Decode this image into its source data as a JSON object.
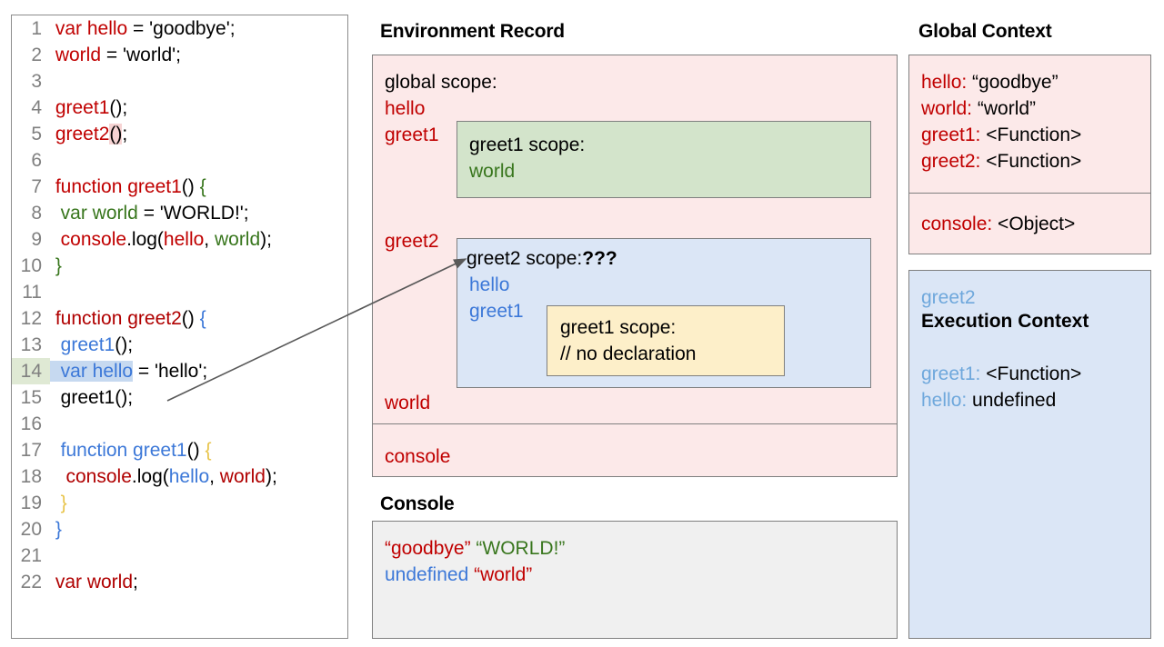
{
  "code_panel": {
    "lines": [
      {
        "n": "1",
        "num_hl": false,
        "tokens": [
          {
            "t": " var hello",
            "c": "red"
          },
          {
            "t": " = 'goodbye';",
            "c": "black"
          }
        ]
      },
      {
        "n": "2",
        "num_hl": false,
        "tokens": [
          {
            "t": " world",
            "c": "red"
          },
          {
            "t": " = 'world';",
            "c": "black"
          }
        ]
      },
      {
        "n": "3",
        "num_hl": false,
        "tokens": []
      },
      {
        "n": "4",
        "num_hl": false,
        "tokens": [
          {
            "t": " greet1",
            "c": "red"
          },
          {
            "t": "();",
            "c": "black"
          }
        ]
      },
      {
        "n": "5",
        "num_hl": false,
        "tokens": [
          {
            "t": " greet2",
            "c": "red"
          },
          {
            "t": "()",
            "c": "black",
            "hl": "pink"
          },
          {
            "t": ";",
            "c": "black"
          }
        ]
      },
      {
        "n": "6",
        "num_hl": false,
        "tokens": []
      },
      {
        "n": "7",
        "num_hl": false,
        "tokens": [
          {
            "t": " function greet1",
            "c": "red"
          },
          {
            "t": "() ",
            "c": "black"
          },
          {
            "t": "{",
            "c": "green"
          }
        ]
      },
      {
        "n": "8",
        "num_hl": false,
        "tokens": [
          {
            "t": "  var world",
            "c": "green"
          },
          {
            "t": " = 'WORLD!';",
            "c": "black"
          }
        ]
      },
      {
        "n": "9",
        "num_hl": false,
        "tokens": [
          {
            "t": "  console",
            "c": "red"
          },
          {
            "t": ".log(",
            "c": "black"
          },
          {
            "t": "hello",
            "c": "red"
          },
          {
            "t": ", ",
            "c": "black"
          },
          {
            "t": "world",
            "c": "green"
          },
          {
            "t": ");",
            "c": "black"
          }
        ]
      },
      {
        "n": "10",
        "num_hl": false,
        "tokens": [
          {
            "t": " }",
            "c": "green"
          }
        ]
      },
      {
        "n": "11",
        "num_hl": false,
        "tokens": []
      },
      {
        "n": "12",
        "num_hl": false,
        "tokens": [
          {
            "t": " function greet2",
            "c": "dred"
          },
          {
            "t": "() ",
            "c": "black"
          },
          {
            "t": "{",
            "c": "blue"
          }
        ]
      },
      {
        "n": "13",
        "num_hl": false,
        "tokens": [
          {
            "t": "  greet1",
            "c": "blue"
          },
          {
            "t": "();",
            "c": "black"
          }
        ]
      },
      {
        "n": "14",
        "num_hl": true,
        "tokens": [
          {
            "t": "  var hello",
            "c": "blue",
            "hl": "blue"
          },
          {
            "t": " = 'hello';",
            "c": "black"
          }
        ]
      },
      {
        "n": "15",
        "num_hl": false,
        "tokens": [
          {
            "t": "  greet1();",
            "c": "black"
          }
        ]
      },
      {
        "n": "16",
        "num_hl": false,
        "tokens": []
      },
      {
        "n": "17",
        "num_hl": false,
        "tokens": [
          {
            "t": "  function greet1",
            "c": "blue"
          },
          {
            "t": "() ",
            "c": "black"
          },
          {
            "t": "{",
            "c": "gold"
          }
        ]
      },
      {
        "n": "18",
        "num_hl": false,
        "tokens": [
          {
            "t": "   console",
            "c": "dred"
          },
          {
            "t": ".log(",
            "c": "black"
          },
          {
            "t": "hello",
            "c": "blue"
          },
          {
            "t": ", ",
            "c": "black"
          },
          {
            "t": "world",
            "c": "dred"
          },
          {
            "t": ");",
            "c": "black"
          }
        ]
      },
      {
        "n": "19",
        "num_hl": false,
        "tokens": [
          {
            "t": "  }",
            "c": "gold"
          }
        ]
      },
      {
        "n": "20",
        "num_hl": false,
        "tokens": [
          {
            "t": " }",
            "c": "blue"
          }
        ]
      },
      {
        "n": "21",
        "num_hl": false,
        "tokens": []
      },
      {
        "n": "22",
        "num_hl": false,
        "tokens": [
          {
            "t": " var world",
            "c": "dred"
          },
          {
            "t": ";",
            "c": "black"
          }
        ]
      }
    ]
  },
  "environment_record": {
    "title": "Environment Record",
    "global_scope_label": "global scope:",
    "bindings": {
      "hello": "hello",
      "greet1": "greet1",
      "greet2": "greet2",
      "world": "world",
      "console": "console"
    },
    "greet1_scope": {
      "title": "greet1 scope:",
      "world": "world"
    },
    "greet2_scope": {
      "title": "greet2 scope:",
      "unknown_marker": "???",
      "hello": "hello",
      "greet1": "greet1",
      "inner_greet1_scope": {
        "title": "greet1 scope:",
        "comment": "// no declaration"
      }
    }
  },
  "console": {
    "title": "Console",
    "lines": [
      [
        {
          "t": "“goodbye” ",
          "c": "#c00000"
        },
        {
          "t": "“WORLD!”",
          "c": "#38761d"
        }
      ],
      [
        {
          "t": "undefined ",
          "c": "#3c78d8"
        },
        {
          "t": "“world”",
          "c": "#c00000"
        }
      ]
    ]
  },
  "global_context": {
    "title": "Global Context",
    "vars": [
      {
        "key": "hello:",
        "value": " “goodbye”"
      },
      {
        "key": "world:",
        "value": " “world”"
      },
      {
        "key": "greet1:",
        "value": " <Function>"
      },
      {
        "key": "greet2:",
        "value": " <Function>"
      }
    ],
    "console_row": {
      "key": "console:",
      "value": " <Object>"
    }
  },
  "greet2_execution_context": {
    "name": "greet2",
    "heading": "Execution Context",
    "vars": [
      {
        "key": "greet1:",
        "value": " <Function>"
      },
      {
        "key": "hello:",
        "value": " undefined"
      }
    ]
  },
  "colors": {
    "red": "#c00000",
    "dark_red": "#b00000",
    "green": "#38761d",
    "blue": "#3c78d8",
    "light_blue": "#6fa8dc",
    "gold": "#e8c44a",
    "pink_panel": "#fce9e9",
    "green_panel": "#d3e4cb",
    "blue_panel": "#dbe6f6",
    "yellow_panel": "#fdefc9",
    "console_panel": "#f0f0f0",
    "border": "#7f7f7f",
    "arrow": "#595959"
  },
  "annotation_arrow": {
    "from": "line-14 var hello",
    "to": "greet2 scope label"
  }
}
